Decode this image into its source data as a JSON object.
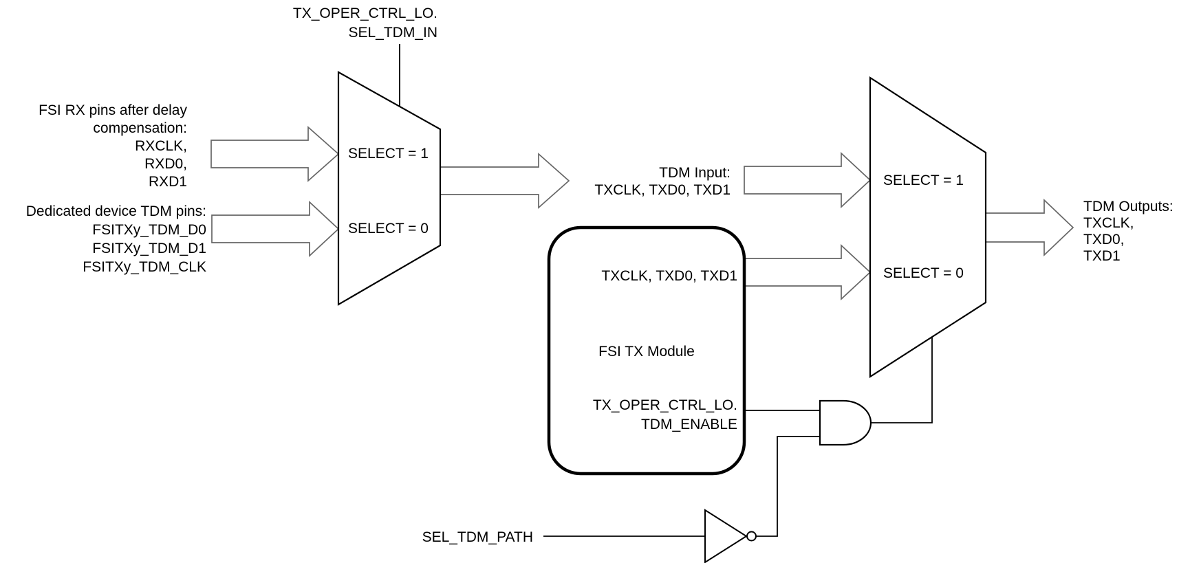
{
  "labels": {
    "top_select": {
      "lines": [
        "TX_OPER_CTRL_LO.",
        "SEL_TDM_IN"
      ]
    },
    "rx_pins": {
      "lines": [
        "FSI RX pins after delay",
        "compensation:",
        "RXCLK,",
        "RXD0,",
        "RXD1"
      ]
    },
    "tdm_pins": {
      "lines": [
        "Dedicated device TDM pins:",
        "FSITXy_TDM_D0",
        "FSITXy_TDM_D1",
        "FSITXy_TDM_CLK"
      ]
    },
    "mux_left": {
      "select1": "SELECT = 1",
      "select0": "SELECT = 0"
    },
    "tdm_input": {
      "lines": [
        "TDM Input:",
        "TXCLK, TXD0, TXD1"
      ]
    },
    "fsi_tx_module": {
      "output_pins": "TXCLK, TXD0, TXD1",
      "name": "FSI TX Module",
      "enable_lines": [
        "TX_OPER_CTRL_LO.",
        "TDM_ENABLE"
      ]
    },
    "mux_right": {
      "select1": "SELECT = 1",
      "select0": "SELECT = 0"
    },
    "tdm_outputs": {
      "lines": [
        "TDM Outputs:",
        "TXCLK,",
        "TXD0,",
        "TXD1"
      ]
    },
    "sel_tdm_path": "SEL_TDM_PATH"
  },
  "colors": {
    "background": "#ffffff",
    "shape_stroke": "#000000",
    "wire_stroke": "#000000",
    "arrow_stroke": "#666666",
    "text": "#000000"
  }
}
